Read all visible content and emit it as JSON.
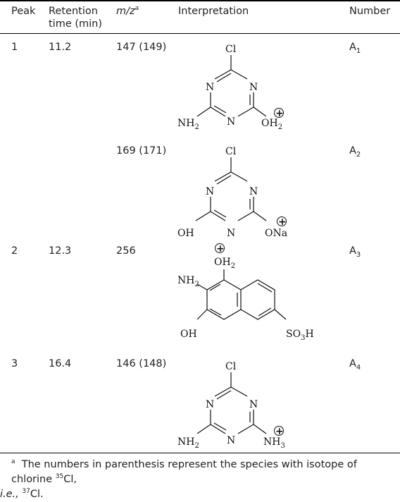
{
  "table": {
    "headers": {
      "peak": "Peak",
      "retention_line1": "Retention",
      "retention_line2": "time (min)",
      "mz_main": "m/z",
      "mz_sup": "a",
      "interpretation": "Interpretation",
      "number": "Number"
    },
    "rows": [
      {
        "peak": "1",
        "retention": "11.2",
        "mz": "147 (149)",
        "number_main": "A",
        "number_sub": "1"
      },
      {
        "peak": "",
        "retention": "",
        "mz": "169 (171)",
        "number_main": "A",
        "number_sub": "2"
      },
      {
        "peak": "2",
        "retention": "12.3",
        "mz": "256",
        "number_main": "A",
        "number_sub": "3"
      },
      {
        "peak": "3",
        "retention": "16.4",
        "mz": "146 (148)",
        "number_main": "A",
        "number_sub": "4"
      }
    ]
  },
  "structures": {
    "s1": {
      "top": "Cl",
      "n_left": "N",
      "n_right": "N",
      "n_bottom": "N",
      "left_main": "NH",
      "left_sub": "2",
      "right_main": "OH",
      "right_sub": "2",
      "charge": "+"
    },
    "s2": {
      "top": "Cl",
      "n_left": "N",
      "n_right": "N",
      "n_bottom": "N",
      "left_main": "OH",
      "right_main": "ONa",
      "charge": "+"
    },
    "s3": {
      "top_main": "OH",
      "top_sub": "2",
      "amine_main": "NH",
      "amine_sub": "2",
      "hydroxy": "OH",
      "sulfo_main": "SO",
      "sulfo_sub": "3",
      "sulfo_end": "H",
      "charge": "+"
    },
    "s4": {
      "top": "Cl",
      "n_left": "N",
      "n_right": "N",
      "n_bottom": "N",
      "left_main": "NH",
      "left_sub": "2",
      "right_main": "NH",
      "right_sub": "3",
      "charge": "+"
    }
  },
  "footnote": {
    "mark": "a",
    "text_before": "The numbers in parenthesis represent the species with isotope of chlorine ",
    "iso1_mass": "35",
    "iso1_elem": "Cl,",
    "ie": "i.e.,",
    "iso2_mass": "37",
    "iso2_elem": "Cl."
  }
}
